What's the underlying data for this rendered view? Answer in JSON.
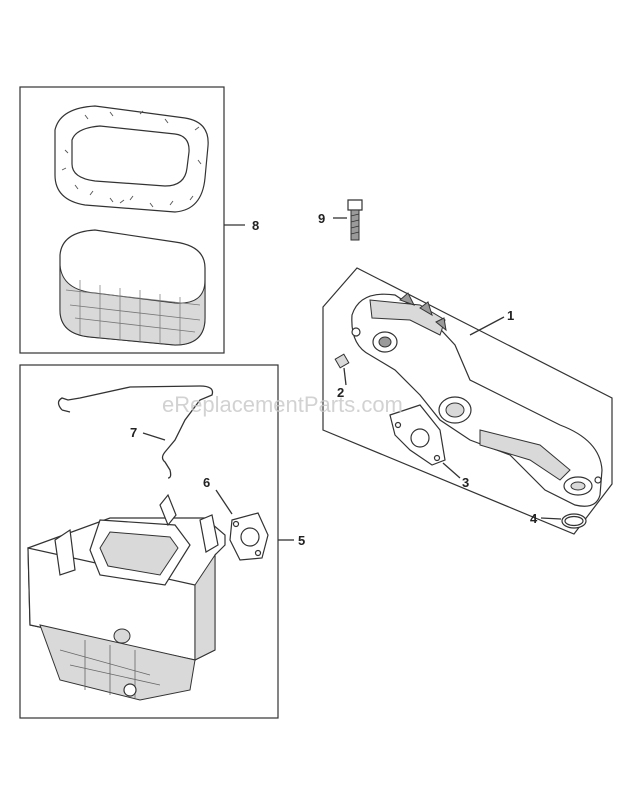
{
  "watermark": "eReplacementParts.com",
  "callouts": {
    "c1": "1",
    "c2": "2",
    "c3": "3",
    "c4": "4",
    "c5": "5",
    "c6": "6",
    "c7": "7",
    "c8": "8",
    "c9": "9"
  }
}
